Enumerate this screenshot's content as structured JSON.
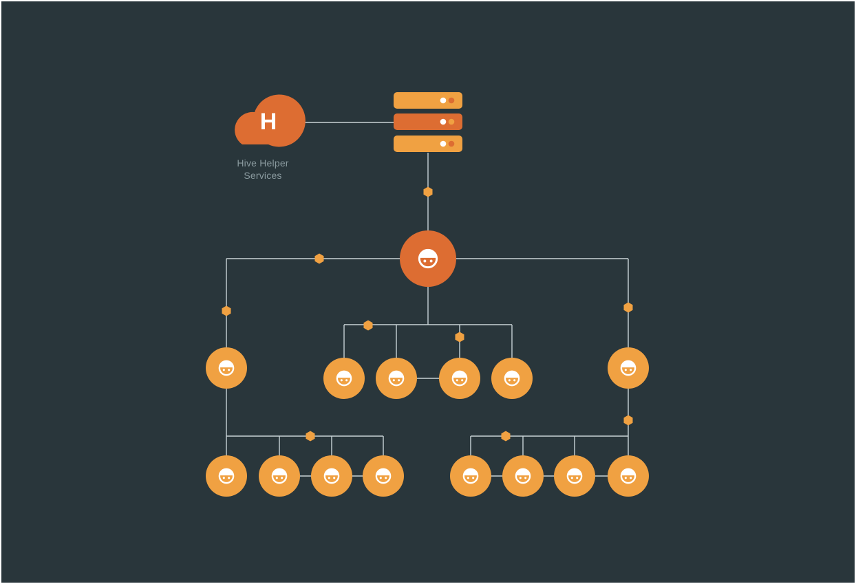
{
  "colors": {
    "background": "#29363b",
    "line": "#c9d3d6",
    "accent_dark": "#dd6d32",
    "accent_light": "#f0a142",
    "node_face": "#ffffff",
    "caption_text": "#8a9a9f"
  },
  "cloud": {
    "icon": "cloud-icon",
    "letter": "H",
    "caption_line1": "Hive Helper",
    "caption_line2": "Services"
  },
  "server": {
    "icon": "server-stack-icon",
    "units": 3
  },
  "nodes": {
    "icon": "helper-face-icon",
    "hub_count": 1,
    "branch_count": 2,
    "leaf_count": 12
  },
  "connector": {
    "icon": "hexagon-icon"
  }
}
